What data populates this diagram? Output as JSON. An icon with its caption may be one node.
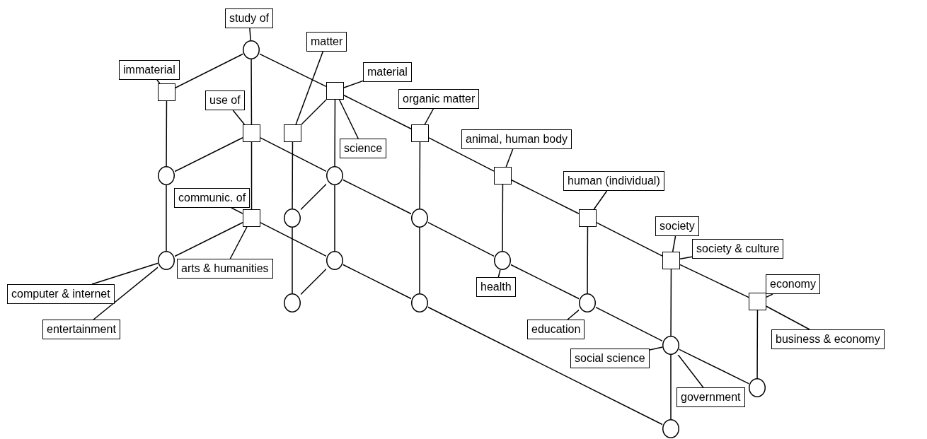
{
  "diagram": {
    "nodes": [
      {
        "text": [
          "study of"
        ]
      },
      {
        "text": [
          "immaterial"
        ]
      },
      {
        "text": [
          "matter"
        ]
      },
      {
        "text": [
          "material"
        ]
      },
      {
        "text": [
          "use of"
        ]
      },
      {
        "text": [
          "science"
        ]
      },
      {
        "text": [
          "organic matter"
        ]
      },
      {
        "text": [
          "animal, human body"
        ]
      },
      {
        "text": [
          "human (individual)"
        ]
      },
      {
        "text": [
          "communic. of"
        ]
      },
      {
        "text": [
          "society"
        ]
      },
      {
        "text": [
          "economy"
        ]
      },
      {
        "text": [
          "arts & humanities"
        ]
      },
      {
        "text": [
          "society & culture"
        ]
      },
      {
        "text": [
          "computer & internet"
        ]
      },
      {
        "text": [
          "health"
        ]
      },
      {
        "text": [
          "social science"
        ]
      },
      {
        "text": [
          "entertainment"
        ]
      },
      {
        "text": [
          "education"
        ]
      },
      {
        "text": [
          "business & economy"
        ]
      },
      {
        "text": [
          "government"
        ]
      },
      {
        "text": [],
        "shape": "circle"
      },
      {
        "text": [],
        "shape": "box"
      },
      {
        "text": [],
        "shape": "box"
      },
      {
        "text": [],
        "shape": "box"
      },
      {
        "text": [],
        "shape": "box"
      },
      {
        "text": [],
        "shape": "box"
      },
      {
        "text": [],
        "shape": "box"
      },
      {
        "text": [],
        "shape": "box"
      },
      {
        "text": [],
        "shape": "box"
      },
      {
        "text": [],
        "shape": "box"
      },
      {
        "text": [],
        "shape": "box"
      },
      {
        "text": [],
        "shape": "circle"
      },
      {
        "text": [],
        "shape": "circle"
      },
      {
        "text": [],
        "shape": "circle"
      },
      {
        "text": [],
        "shape": "circle"
      },
      {
        "text": [],
        "shape": "circle"
      },
      {
        "text": [],
        "shape": "circle"
      },
      {
        "text": [],
        "shape": "circle"
      },
      {
        "text": [],
        "shape": "circle"
      },
      {
        "text": [],
        "shape": "circle"
      },
      {
        "text": [],
        "shape": "circle"
      },
      {
        "text": [],
        "shape": "circle"
      },
      {
        "text": [],
        "shape": "circle"
      },
      {
        "text": [],
        "shape": "circle"
      }
    ],
    "edges": [
      {
        "from": 21,
        "to": 22,
        "arrow": "none"
      },
      {
        "from": 21,
        "to": 24,
        "arrow": "none"
      },
      {
        "from": 21,
        "to": 23,
        "arrow": "none"
      },
      {
        "from": 22,
        "to": 32,
        "arrow": "none"
      },
      {
        "from": 32,
        "to": 36,
        "arrow": "none"
      },
      {
        "from": 24,
        "to": 32,
        "arrow": "none"
      },
      {
        "from": 24,
        "to": 28,
        "arrow": "none"
      },
      {
        "from": 24,
        "to": 33,
        "arrow": "none"
      },
      {
        "from": 23,
        "to": 25,
        "arrow": "none"
      },
      {
        "from": 23,
        "to": 33,
        "arrow": "none"
      },
      {
        "from": 23,
        "to": 26,
        "arrow": "none"
      },
      {
        "from": 25,
        "to": 34,
        "arrow": "none"
      },
      {
        "from": 34,
        "to": 39,
        "arrow": "none"
      },
      {
        "from": 33,
        "to": 34,
        "arrow": "none"
      },
      {
        "from": 33,
        "to": 37,
        "arrow": "none"
      },
      {
        "from": 33,
        "to": 35,
        "arrow": "none"
      },
      {
        "from": 26,
        "to": 35,
        "arrow": "none"
      },
      {
        "from": 26,
        "to": 27,
        "arrow": "none"
      },
      {
        "from": 35,
        "to": 40,
        "arrow": "none"
      },
      {
        "from": 35,
        "to": 38,
        "arrow": "none"
      },
      {
        "from": 27,
        "to": 38,
        "arrow": "none"
      },
      {
        "from": 27,
        "to": 29,
        "arrow": "none"
      },
      {
        "from": 29,
        "to": 41,
        "arrow": "none"
      },
      {
        "from": 29,
        "to": 30,
        "arrow": "none"
      },
      {
        "from": 38,
        "to": 41,
        "arrow": "none"
      },
      {
        "from": 28,
        "to": 36,
        "arrow": "none"
      },
      {
        "from": 28,
        "to": 37,
        "arrow": "none"
      },
      {
        "from": 37,
        "to": 39,
        "arrow": "none"
      },
      {
        "from": 37,
        "to": 40,
        "arrow": "none"
      },
      {
        "from": 40,
        "to": 44,
        "arrow": "none"
      },
      {
        "from": 41,
        "to": 42,
        "arrow": "none"
      },
      {
        "from": 42,
        "to": 43,
        "arrow": "none"
      },
      {
        "from": 30,
        "to": 42,
        "arrow": "none"
      },
      {
        "from": 30,
        "to": 31,
        "arrow": "none"
      },
      {
        "from": 31,
        "to": 43,
        "arrow": "none"
      },
      {
        "from": 42,
        "to": 44,
        "arrow": "none"
      },
      {
        "from": 0,
        "to": 21,
        "arrow": "none"
      },
      {
        "from": 1,
        "to": 22,
        "arrow": "none"
      },
      {
        "from": 2,
        "to": 25,
        "arrow": "none"
      },
      {
        "from": 3,
        "to": 23,
        "arrow": "none"
      },
      {
        "from": 4,
        "to": 24,
        "arrow": "none"
      },
      {
        "from": 5,
        "to": 23,
        "arrow": "none"
      },
      {
        "from": 6,
        "to": 26,
        "arrow": "none"
      },
      {
        "from": 7,
        "to": 27,
        "arrow": "none"
      },
      {
        "from": 8,
        "to": 29,
        "arrow": "none"
      },
      {
        "from": 9,
        "to": 28,
        "arrow": "none"
      },
      {
        "from": 10,
        "to": 30,
        "arrow": "none"
      },
      {
        "from": 11,
        "to": 31,
        "arrow": "none"
      },
      {
        "from": 12,
        "to": 28,
        "arrow": "none"
      },
      {
        "from": 13,
        "to": 30,
        "arrow": "none"
      },
      {
        "from": 14,
        "to": 36,
        "arrow": "none"
      },
      {
        "from": 15,
        "to": 38,
        "arrow": "none"
      },
      {
        "from": 16,
        "to": 42,
        "arrow": "none"
      },
      {
        "from": 17,
        "to": 36,
        "arrow": "none"
      },
      {
        "from": 18,
        "to": 41,
        "arrow": "none"
      },
      {
        "from": 19,
        "to": 31,
        "arrow": "none"
      },
      {
        "from": 20,
        "to": 42,
        "arrow": "none"
      }
    ]
  }
}
